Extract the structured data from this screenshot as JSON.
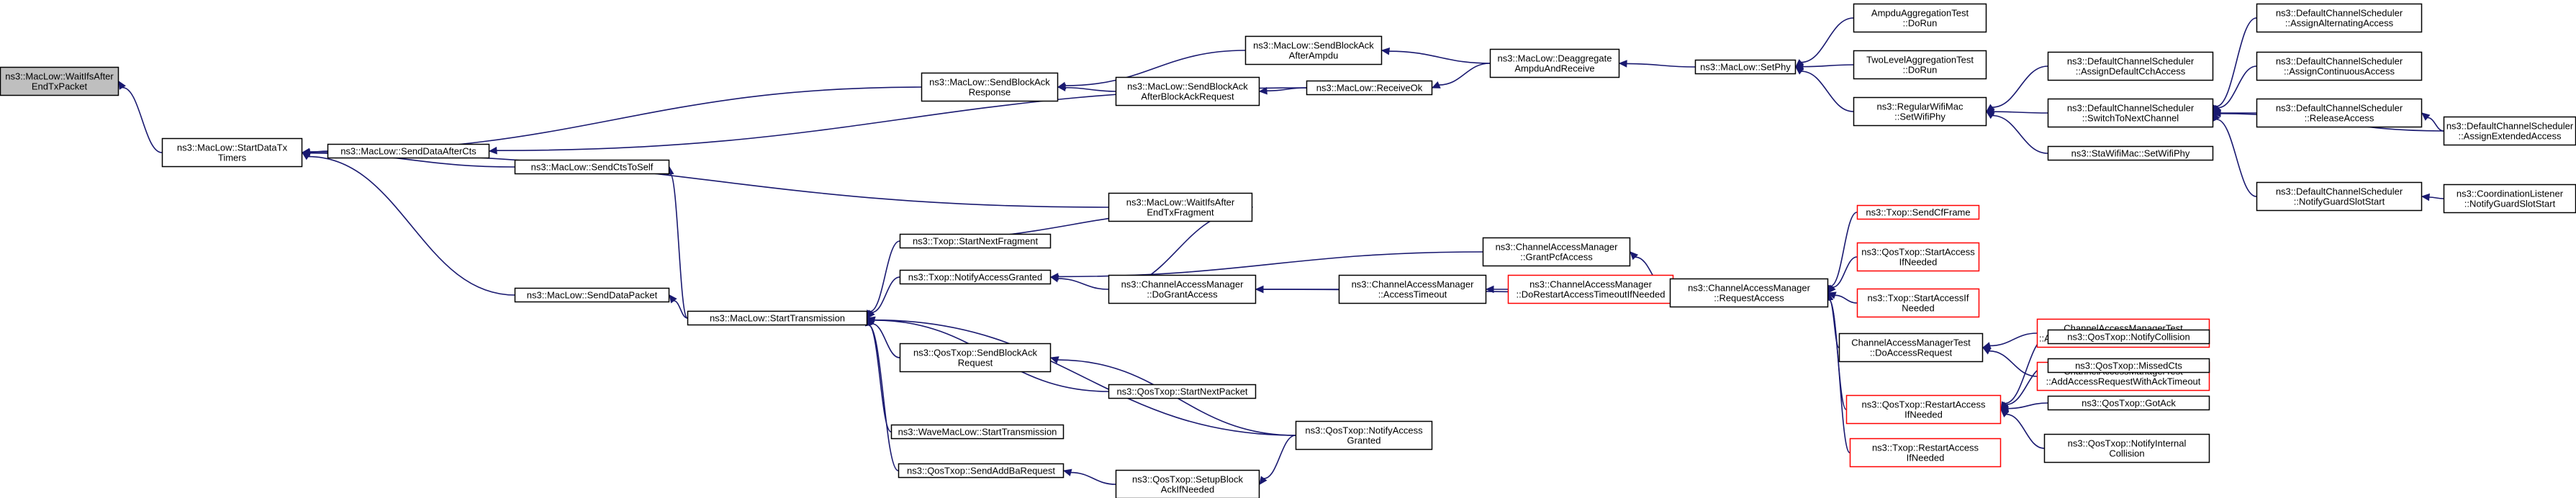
{
  "graph": {
    "nodes": {
      "n0": {
        "lines": [
          "ns3::MacLow::WaitIfsAfter",
          "EndTxPacket"
        ],
        "current": true
      },
      "n1": {
        "lines": [
          "ns3::MacLow::StartDataTx",
          "Timers"
        ]
      },
      "n2": {
        "lines": [
          "ns3::MacLow::SendDataAfterCts"
        ]
      },
      "n3": {
        "lines": [
          "ns3::MacLow::SendCtsToSelf"
        ]
      },
      "n4": {
        "lines": [
          "ns3::MacLow::SendDataPacket"
        ]
      },
      "n5": {
        "lines": [
          "ns3::MacLow::StartTransmission"
        ]
      },
      "n6": {
        "lines": [
          "ns3::MacLow::SendBlockAck",
          "Response"
        ]
      },
      "n7": {
        "lines": [
          "ns3::MacLow::SendBlockAck",
          "AfterAmpdu"
        ]
      },
      "n8": {
        "lines": [
          "ns3::MacLow::SendBlockAck",
          "AfterBlockAckRequest"
        ]
      },
      "n9": {
        "lines": [
          "ns3::MacLow::ReceiveOk"
        ]
      },
      "n10": {
        "lines": [
          "ns3::MacLow::Deaggregate",
          "AmpduAndReceive"
        ]
      },
      "n11": {
        "lines": [
          "ns3::MacLow::SetPhy"
        ]
      },
      "n12": {
        "lines": [
          "AmpduAggregationTest",
          "::DoRun"
        ]
      },
      "n13": {
        "lines": [
          "TwoLevelAggregationTest",
          "::DoRun"
        ]
      },
      "n14": {
        "lines": [
          "ns3::RegularWifiMac",
          "::SetWifiPhy"
        ]
      },
      "n15": {
        "lines": [
          "ns3::DefaultChannelScheduler",
          "::AssignDefaultCchAccess"
        ]
      },
      "n16": {
        "lines": [
          "ns3::DefaultChannelScheduler",
          "::SwitchToNextChannel"
        ]
      },
      "n17": {
        "lines": [
          "ns3::StaWifiMac::SetWifiPhy"
        ]
      },
      "n18": {
        "lines": [
          "ns3::DefaultChannelScheduler",
          "::AssignAlternatingAccess"
        ]
      },
      "n19": {
        "lines": [
          "ns3::DefaultChannelScheduler",
          "::AssignContinuousAccess"
        ]
      },
      "n20": {
        "lines": [
          "ns3::DefaultChannelScheduler",
          "::ReleaseAccess"
        ]
      },
      "n21": {
        "lines": [
          "ns3::DefaultChannelScheduler",
          "::AssignExtendedAccess"
        ]
      },
      "n22": {
        "lines": [
          "ns3::DefaultChannelScheduler",
          "::NotifyGuardSlotStart"
        ]
      },
      "n23": {
        "lines": [
          "ns3::CoordinationListener",
          "::NotifyGuardSlotStart"
        ]
      },
      "n24": {
        "lines": [
          "ns3::MacLow::WaitIfsAfter",
          "EndTxFragment"
        ]
      },
      "n25": {
        "lines": [
          "ns3::Txop::StartNextFragment"
        ]
      },
      "n26": {
        "lines": [
          "ns3::Txop::NotifyAccessGranted"
        ]
      },
      "n27": {
        "lines": [
          "ns3::ChannelAccessManager",
          "::GrantPcfAccess"
        ]
      },
      "n28": {
        "lines": [
          "ns3::ChannelAccessManager",
          "::DoGrantAccess"
        ]
      },
      "n29": {
        "lines": [
          "ns3::ChannelAccessManager",
          "::AccessTimeout"
        ]
      },
      "n30": {
        "lines": [
          "ns3::ChannelAccessManager",
          "::DoRestartAccessTimeoutIfNeeded"
        ],
        "truncated": true
      },
      "n31": {
        "lines": [
          "ns3::ChannelAccessManager",
          "::RequestAccess"
        ]
      },
      "n32": {
        "lines": [
          "ns3::Txop::SendCfFrame"
        ],
        "truncated": true
      },
      "n33": {
        "lines": [
          "ns3::QosTxop::StartAccess",
          "IfNeeded"
        ],
        "truncated": true
      },
      "n34": {
        "lines": [
          "ns3::Txop::StartAccessIf",
          "Needed"
        ],
        "truncated": true
      },
      "n35": {
        "lines": [
          "ChannelAccessManagerTest",
          "::DoAccessRequest"
        ]
      },
      "n36": {
        "lines": [
          "ChannelAccessManagerTest",
          "::AddAccessRequestWithSuccessfullAck"
        ],
        "truncated": true
      },
      "n37": {
        "lines": [
          "ChannelAccessManagerTest",
          "::AddAccessRequestWithAckTimeout"
        ],
        "truncated": true
      },
      "n38": {
        "lines": [
          "ns3::QosTxop::RestartAccess",
          "IfNeeded"
        ],
        "truncated": true
      },
      "n39": {
        "lines": [
          "ns3::Txop::RestartAccess",
          "IfNeeded"
        ],
        "truncated": true
      },
      "n40": {
        "lines": [
          "ns3::QosTxop::NotifyCollision"
        ]
      },
      "n41": {
        "lines": [
          "ns3::QosTxop::MissedCts"
        ]
      },
      "n42": {
        "lines": [
          "ns3::QosTxop::GotAck"
        ]
      },
      "n43": {
        "lines": [
          "ns3::QosTxop::NotifyInternal",
          "Collision"
        ]
      },
      "n44": {
        "lines": [
          "ns3::QosTxop::SendBlockAck",
          "Request"
        ]
      },
      "n45": {
        "lines": [
          "ns3::QosTxop::StartNextPacket"
        ]
      },
      "n46": {
        "lines": [
          "ns3::WaveMacLow::StartTransmission"
        ]
      },
      "n47": {
        "lines": [
          "ns3::QosTxop::NotifyAccess",
          "Granted"
        ]
      },
      "n48": {
        "lines": [
          "ns3::QosTxop::SendAddBaRequest"
        ]
      },
      "n49": {
        "lines": [
          "ns3::QosTxop::SetupBlock",
          "AckIfNeeded"
        ]
      }
    },
    "edges": [
      [
        "n1",
        "n0"
      ],
      [
        "n2",
        "n1"
      ],
      [
        "n3",
        "n1"
      ],
      [
        "n4",
        "n1"
      ],
      [
        "n6",
        "n1"
      ],
      [
        "n24",
        "n1"
      ],
      [
        "n9",
        "n2"
      ],
      [
        "n5",
        "n3"
      ],
      [
        "n5",
        "n4"
      ],
      [
        "n7",
        "n6"
      ],
      [
        "n8",
        "n6"
      ],
      [
        "n9",
        "n8"
      ],
      [
        "n10",
        "n7"
      ],
      [
        "n10",
        "n9"
      ],
      [
        "n11",
        "n10"
      ],
      [
        "n12",
        "n11"
      ],
      [
        "n13",
        "n11"
      ],
      [
        "n14",
        "n11"
      ],
      [
        "n15",
        "n14"
      ],
      [
        "n16",
        "n14"
      ],
      [
        "n17",
        "n14"
      ],
      [
        "n18",
        "n16"
      ],
      [
        "n19",
        "n16"
      ],
      [
        "n20",
        "n16"
      ],
      [
        "n21",
        "n16"
      ],
      [
        "n22",
        "n16"
      ],
      [
        "n21",
        "n20"
      ],
      [
        "n23",
        "n22"
      ],
      [
        "n25",
        "n24"
      ],
      [
        "n28",
        "n24"
      ],
      [
        "n25",
        "n5"
      ],
      [
        "n26",
        "n5"
      ],
      [
        "n44",
        "n5"
      ],
      [
        "n45",
        "n5"
      ],
      [
        "n46",
        "n5"
      ],
      [
        "n47",
        "n5"
      ],
      [
        "n48",
        "n5"
      ],
      [
        "n27",
        "n26"
      ],
      [
        "n28",
        "n26"
      ],
      [
        "n29",
        "n28"
      ],
      [
        "n31",
        "n28"
      ],
      [
        "n30",
        "n29"
      ],
      [
        "n31",
        "n30"
      ],
      [
        "n31",
        "n27"
      ],
      [
        "n32",
        "n31"
      ],
      [
        "n33",
        "n31"
      ],
      [
        "n34",
        "n31"
      ],
      [
        "n35",
        "n31"
      ],
      [
        "n38",
        "n31"
      ],
      [
        "n39",
        "n31"
      ],
      [
        "n36",
        "n35"
      ],
      [
        "n37",
        "n35"
      ],
      [
        "n40",
        "n38"
      ],
      [
        "n41",
        "n38"
      ],
      [
        "n42",
        "n38"
      ],
      [
        "n43",
        "n38"
      ],
      [
        "n47",
        "n44"
      ],
      [
        "n49",
        "n48"
      ],
      [
        "n47",
        "n49"
      ]
    ]
  }
}
